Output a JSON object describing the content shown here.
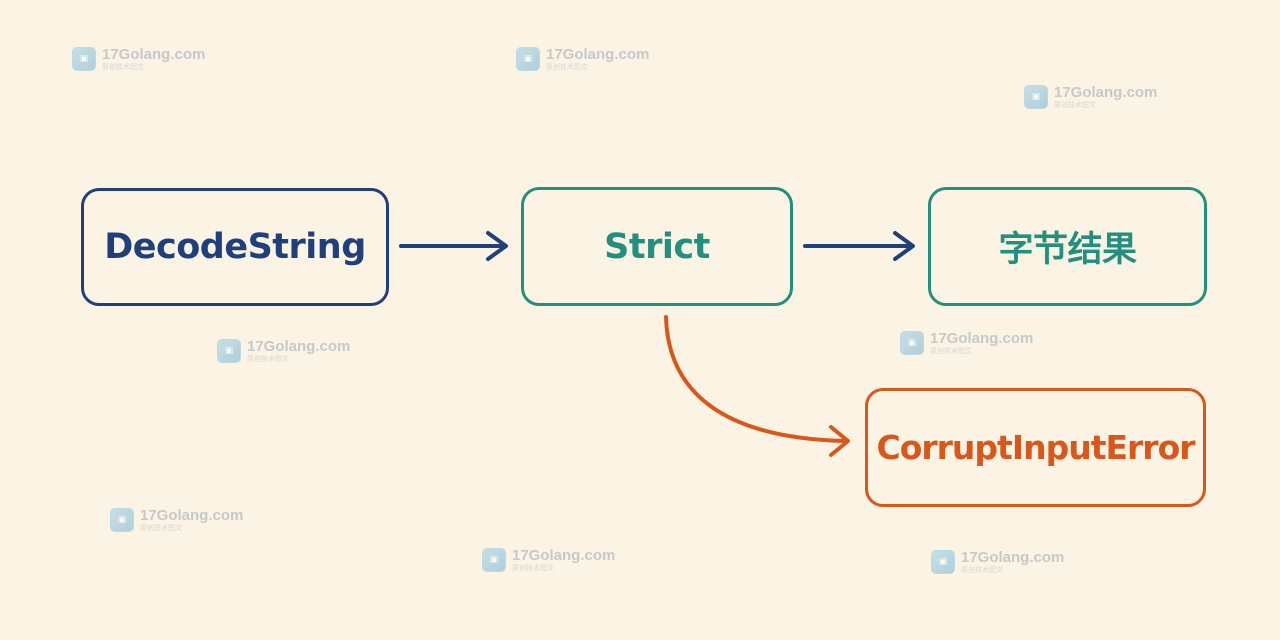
{
  "nodes": {
    "decode": {
      "label": "DecodeString",
      "color": "#1f3f7d"
    },
    "strict": {
      "label": "Strict",
      "color": "#23907f"
    },
    "bytes": {
      "label": "字节结果",
      "color": "#23907f"
    },
    "error": {
      "label": "CorruptInputError",
      "color": "#d9571b"
    }
  },
  "edges": [
    {
      "from": "decode",
      "to": "strict",
      "color": "#1f3f7d"
    },
    {
      "from": "strict",
      "to": "bytes",
      "color": "#1f3f7d"
    },
    {
      "from": "strict",
      "to": "error",
      "color": "#d9571b"
    }
  ],
  "watermark": {
    "text": "17Golang.com",
    "subtext": "原创技术图文",
    "icon": "logo-icon"
  }
}
